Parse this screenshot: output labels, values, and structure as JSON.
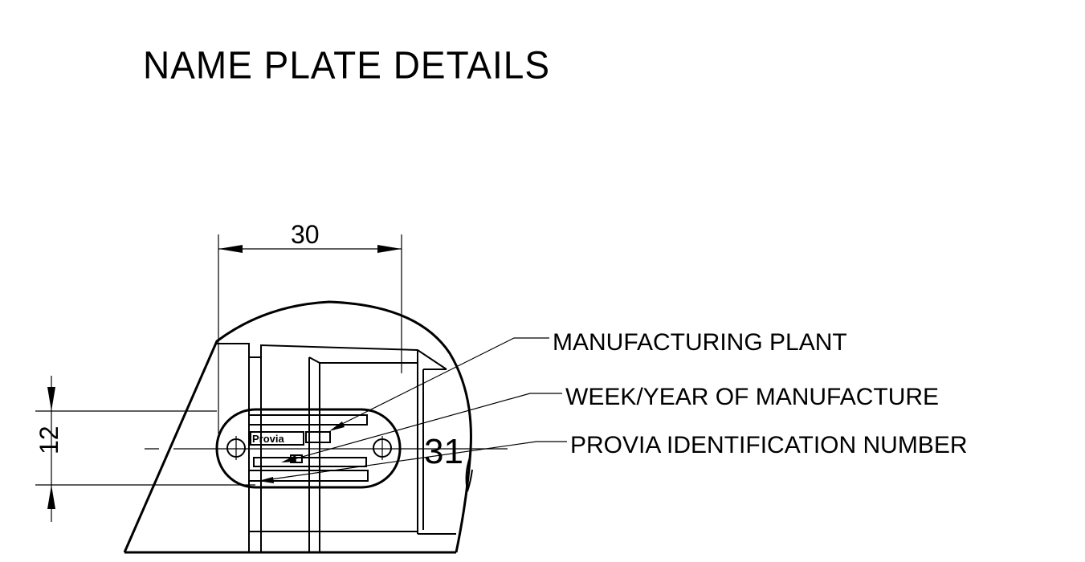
{
  "title": "NAME PLATE DETAILS",
  "dimensions": {
    "width_label": "30",
    "height_label": "12",
    "side_label": "31"
  },
  "plate": {
    "brand": "Provia"
  },
  "callouts": [
    {
      "label": "MANUFACTURING PLANT"
    },
    {
      "label": "WEEK/YEAR OF MANUFACTURE"
    },
    {
      "label": "PROVIA IDENTIFICATION NUMBER"
    }
  ]
}
